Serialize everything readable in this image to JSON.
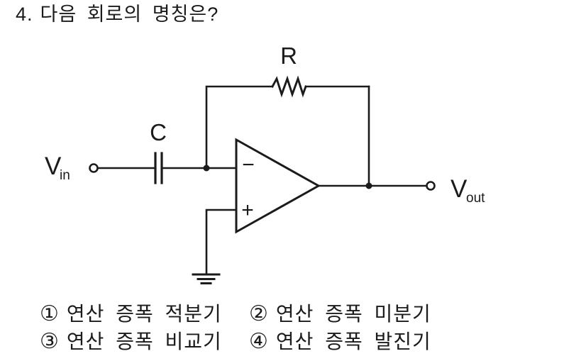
{
  "question": {
    "number": "4.",
    "text": "다음 회로의 명칭은?"
  },
  "circuit": {
    "input_label": {
      "main": "V",
      "sub": "in"
    },
    "output_label": {
      "main": "V",
      "sub": "out"
    },
    "capacitor_label": "C",
    "resistor_label": "R",
    "opamp": {
      "inverting_sign": "−",
      "noninverting_sign": "+"
    }
  },
  "choices": [
    {
      "number": "①",
      "text": "연산 증폭 적분기"
    },
    {
      "number": "②",
      "text": "연산 증폭 미분기"
    },
    {
      "number": "③",
      "text": "연산 증폭 비교기"
    },
    {
      "number": "④",
      "text": "연산 증폭 발진기"
    }
  ],
  "colors": {
    "ink": "#1b1b1b",
    "background": "#ffffff"
  }
}
